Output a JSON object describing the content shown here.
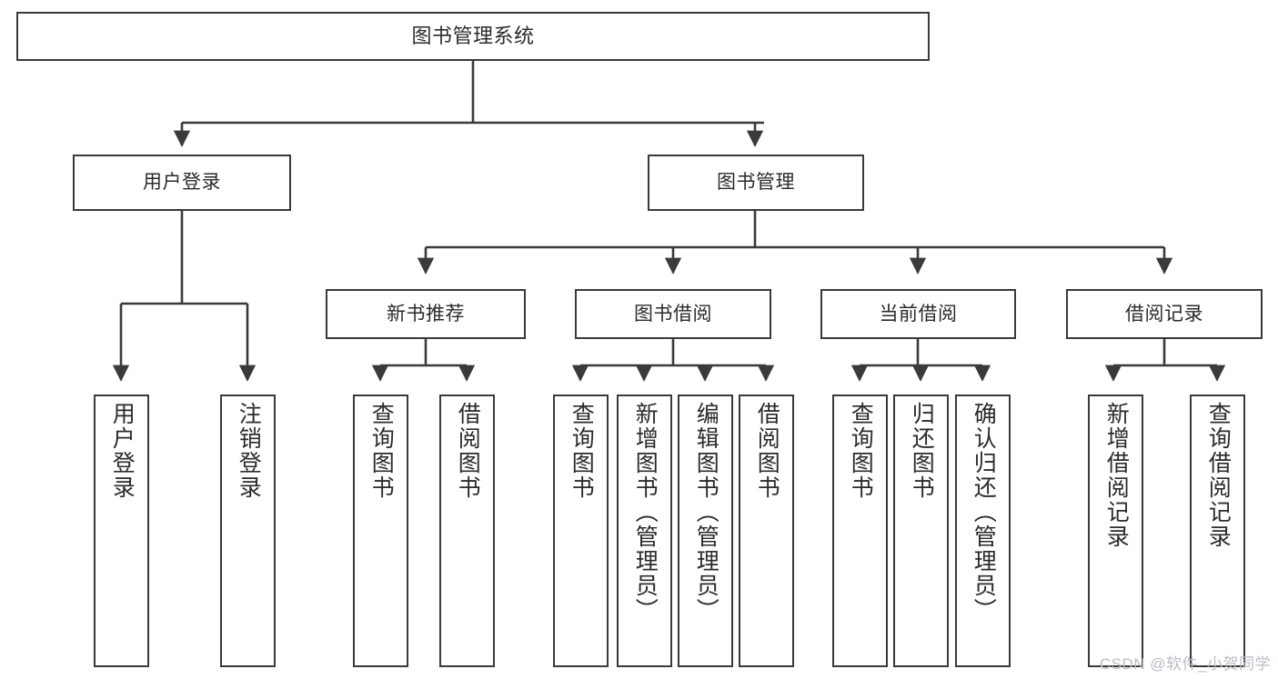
{
  "diagram": {
    "title": "图书管理系统",
    "type": "tree-hierarchy-chart",
    "line_color": "#3a3a3a",
    "box_fill": "#ffffff",
    "text_color": "#2b2b2b"
  },
  "nodes": {
    "root": {
      "label": "图书管理系统"
    },
    "level2": [
      {
        "label": "用户登录"
      },
      {
        "label": "图书管理"
      }
    ],
    "level3": [
      {
        "label": "新书推荐"
      },
      {
        "label": "图书借阅"
      },
      {
        "label": "当前借阅"
      },
      {
        "label": "借阅记录"
      }
    ],
    "leaves_user_login": [
      {
        "label": "用户登录"
      },
      {
        "label": "注销登录"
      }
    ],
    "leaves_new_book": [
      {
        "label": "查询图书"
      },
      {
        "label": "借阅图书"
      }
    ],
    "leaves_borrow": [
      {
        "label": "查询图书"
      },
      {
        "label": "新增图书（管理员）"
      },
      {
        "label": "编辑图书（管理员）"
      },
      {
        "label": "借阅图书"
      }
    ],
    "leaves_current": [
      {
        "label": "查询图书"
      },
      {
        "label": "归还图书"
      },
      {
        "label": "确认归还（管理员）"
      }
    ],
    "leaves_records": [
      {
        "label": "新增借阅记录"
      },
      {
        "label": "查询借阅记录"
      }
    ]
  },
  "watermark": {
    "text": "CSDN @软件_小贺同学"
  }
}
